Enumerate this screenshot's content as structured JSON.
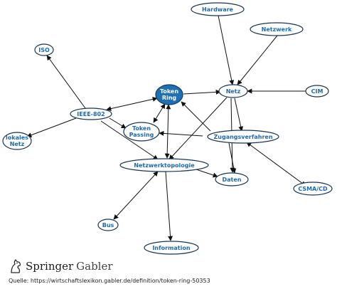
{
  "nodes": {
    "hardware": "Hardware",
    "netzwerk": "Netzwerk",
    "iso": "ISO",
    "token_ring": [
      "Token",
      "Ring"
    ],
    "netz": "Netz",
    "cim": "CIM",
    "ieee_802": "IEEE-802",
    "token_passing": [
      "Token",
      "Passing"
    ],
    "zugangsverfahren": "Zugangsverfahren",
    "lokales_netz": [
      "lokales",
      "Netz"
    ],
    "netzwerktopologie": "Netzwerktopologie",
    "daten": "Daten",
    "csma_cd": "CSMA/CD",
    "bus": "Bus",
    "information": "Information"
  },
  "colors": {
    "node_text": "#1c6ab0",
    "central_fill": "#1f6fb5",
    "edge": "#111111"
  },
  "footer": {
    "brand_springer": "Springer",
    "brand_gabler": "Gabler",
    "source": "Quelle: https://wirtschaftslexikon.gabler.de/definition/token-ring-50353"
  },
  "icons": {
    "logo": "springer-horse-icon"
  }
}
